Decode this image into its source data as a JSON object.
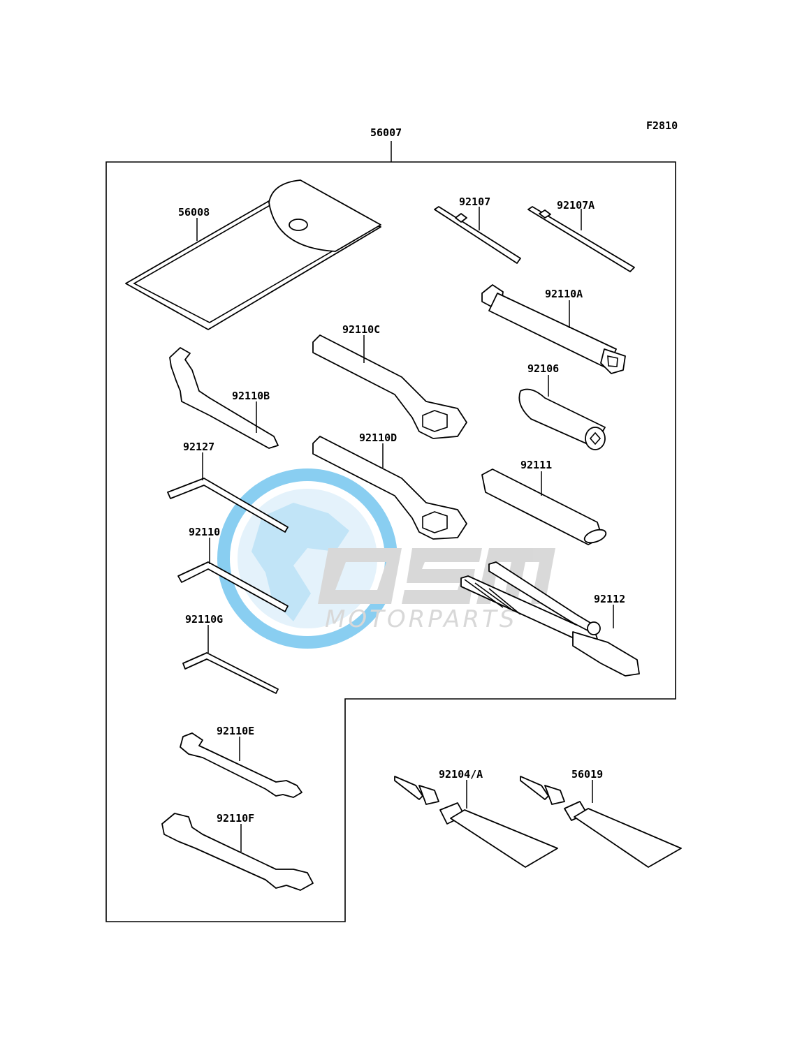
{
  "figure_id": "F2810",
  "assembly_part": "56007",
  "parts": [
    {
      "no": "56008",
      "desc": "pouch"
    },
    {
      "no": "92107",
      "desc": "screwdriver bit"
    },
    {
      "no": "92107A",
      "desc": "screwdriver bit"
    },
    {
      "no": "92110A",
      "desc": "socket wrench"
    },
    {
      "no": "92110C",
      "desc": "box wrench"
    },
    {
      "no": "92106",
      "desc": "socket"
    },
    {
      "no": "92110B",
      "desc": "hook wrench"
    },
    {
      "no": "92127",
      "desc": "hex key"
    },
    {
      "no": "92110D",
      "desc": "box wrench"
    },
    {
      "no": "92111",
      "desc": "handle bar"
    },
    {
      "no": "92110",
      "desc": "hex key"
    },
    {
      "no": "92112",
      "desc": "pliers"
    },
    {
      "no": "92110G",
      "desc": "hex key"
    },
    {
      "no": "92110E",
      "desc": "open-end wrench"
    },
    {
      "no": "92110F",
      "desc": "open-end wrench"
    },
    {
      "no": "92104/A",
      "desc": "tube"
    },
    {
      "no": "56019",
      "desc": "tube"
    }
  ],
  "watermark": {
    "brand": "OEM",
    "sub": "MOTORPARTS"
  },
  "colors": {
    "line": "#000000",
    "watermark_blue": "#2aa7e6",
    "watermark_gray": "#b9b9b9"
  }
}
